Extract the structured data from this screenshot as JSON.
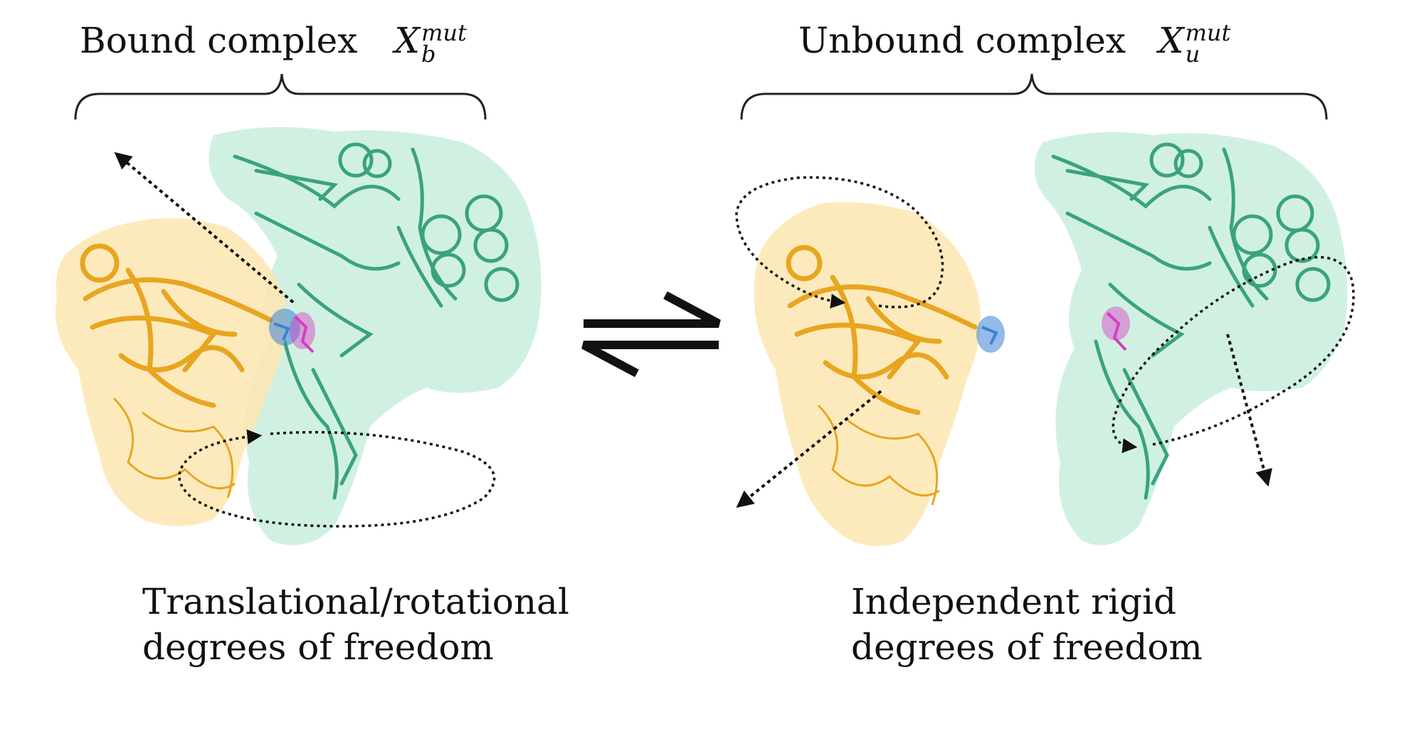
{
  "left": {
    "title": "Bound complex",
    "symbol": {
      "base": "X",
      "sub": "b",
      "sup": "mut"
    },
    "caption_line1": "Translational/rotational",
    "caption_line2": "degrees of freedom"
  },
  "right": {
    "title": "Unbound complex",
    "symbol": {
      "base": "X",
      "sub": "u",
      "sup": "mut"
    },
    "caption_line1": "Independent rigid",
    "caption_line2": "degrees of freedom"
  },
  "colors": {
    "orange_surface": "#fde6b0",
    "orange_ribbon": "#e8a520",
    "green_surface": "#c8eedd",
    "green_ribbon": "#3aa37c",
    "blue_site": "#3b82d6",
    "magenta_site": "#d63cc4",
    "arrow": "#111111"
  }
}
